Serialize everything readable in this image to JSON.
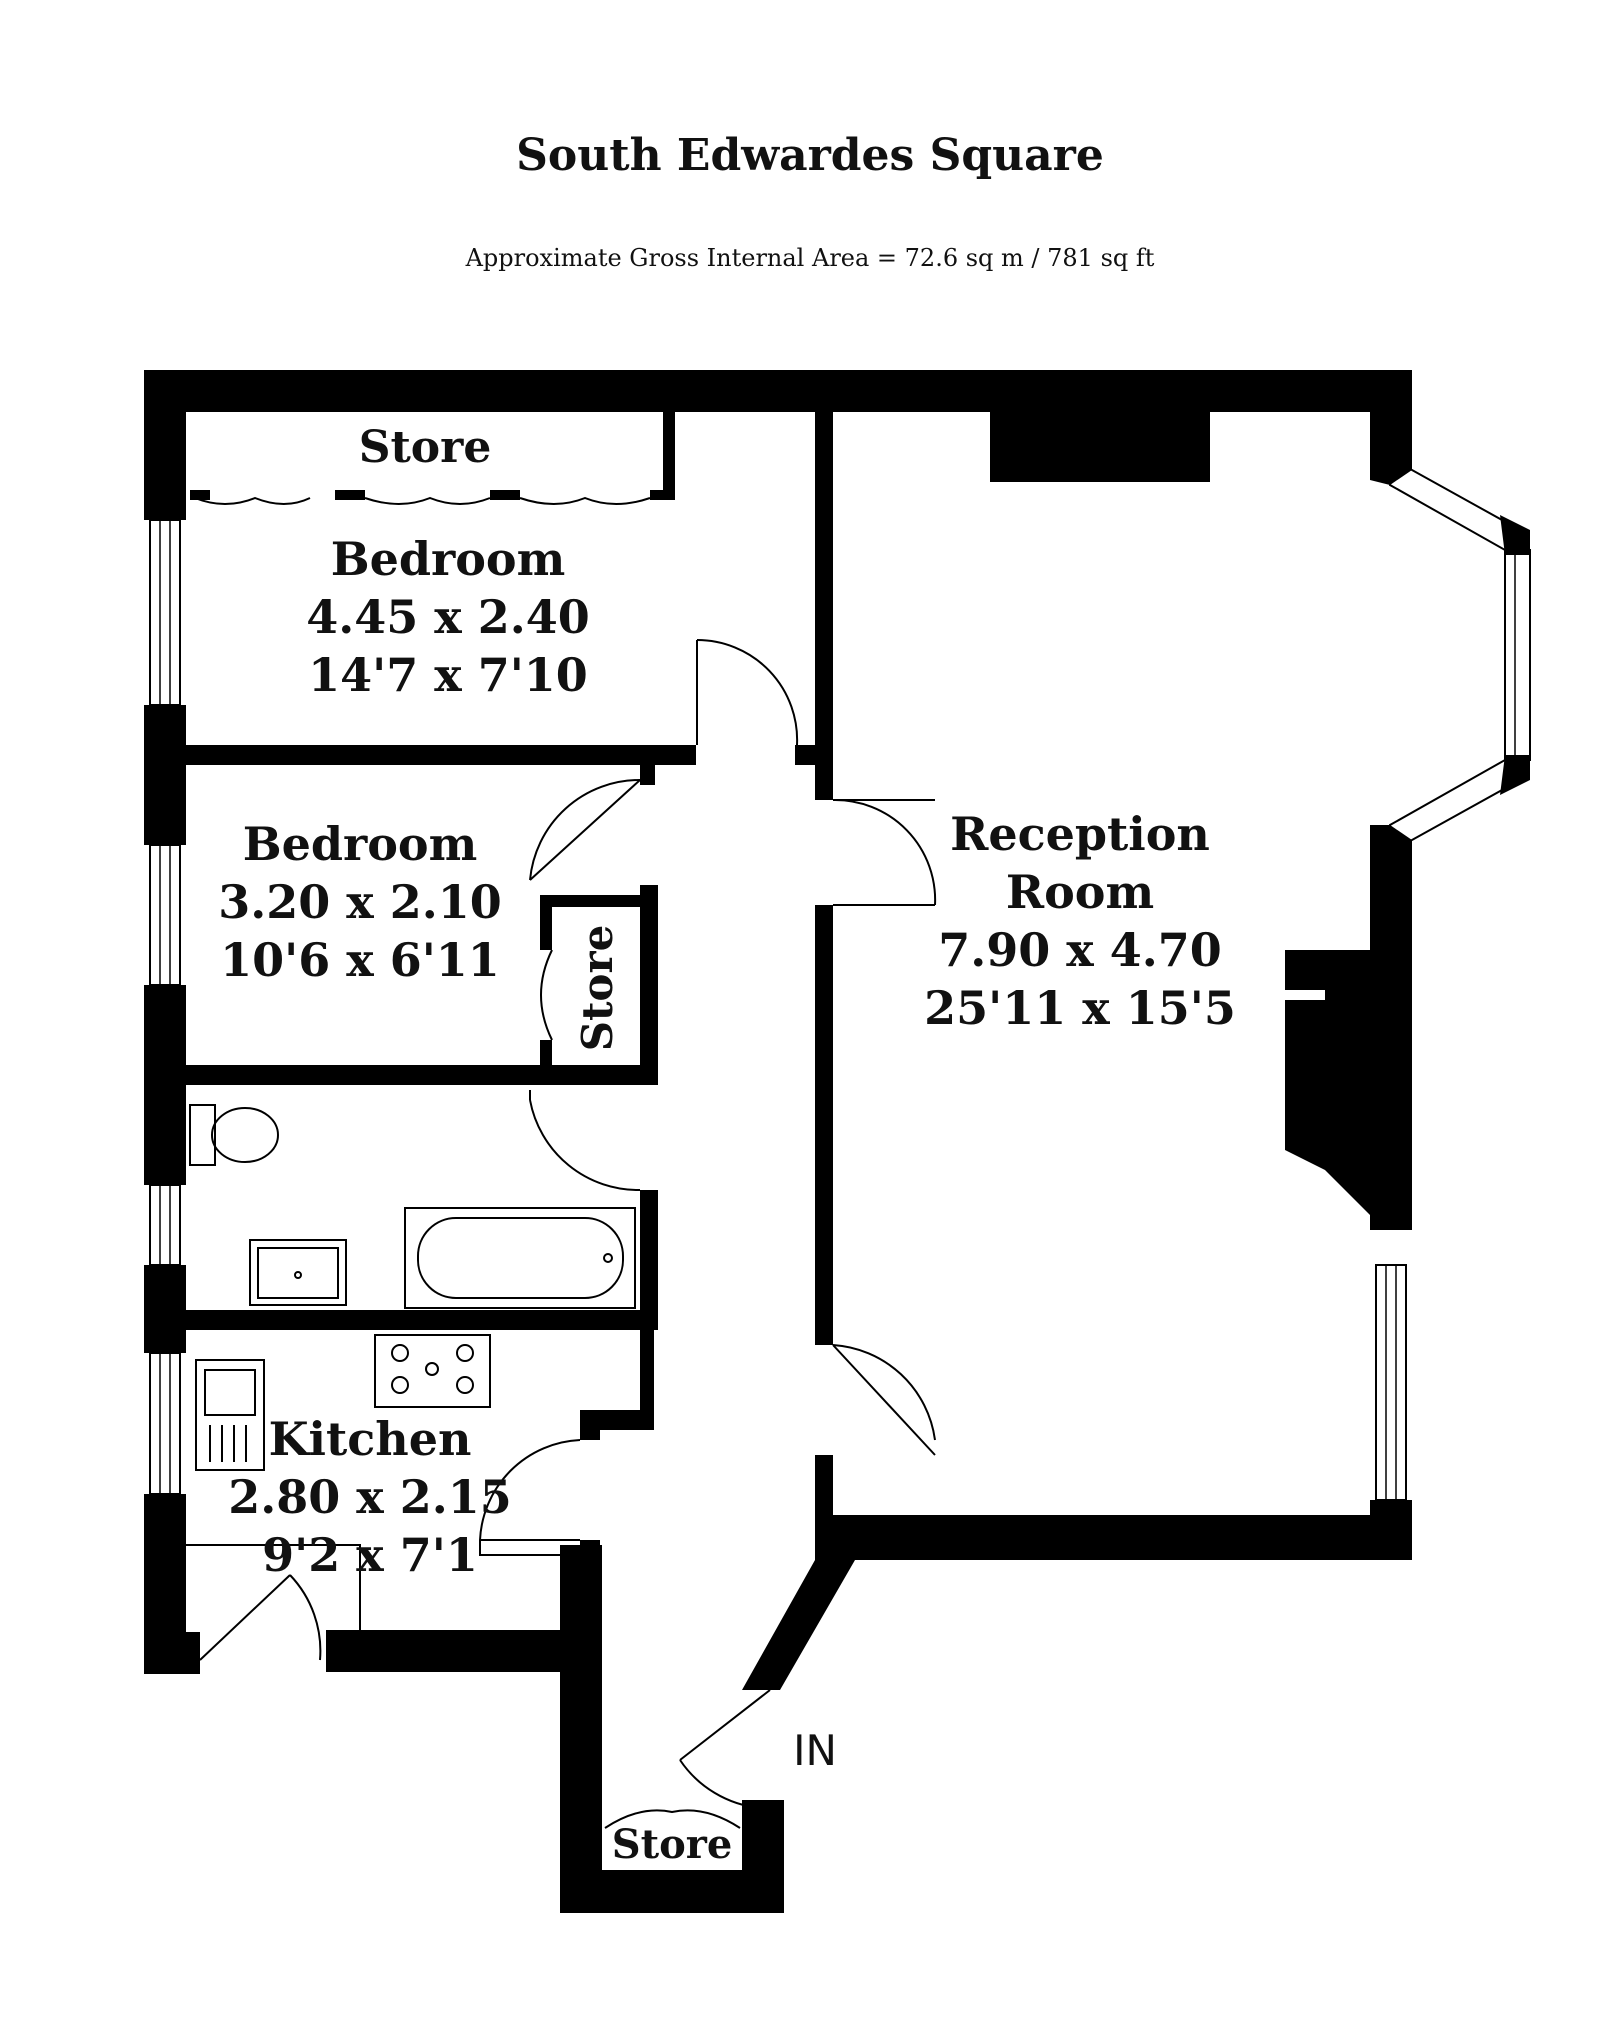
{
  "title": "South Edwardes Square",
  "area": "Approximate Gross Internal Area = 72.6 sq m / 781 sq ft",
  "rooms": {
    "store_top": {
      "name": "Store"
    },
    "bedroom1": {
      "name": "Bedroom",
      "metric": "4.45 x 2.40",
      "imperial": "14'7 x 7'10"
    },
    "bedroom2": {
      "name": "Bedroom",
      "metric": "3.20 x 2.10",
      "imperial": "10'6 x 6'11"
    },
    "store_mid": {
      "name": "Store"
    },
    "reception": {
      "name_line1": "Reception",
      "name_line2": "Room",
      "metric": "7.90 x 4.70",
      "imperial": "25'11 x 15'5"
    },
    "kitchen": {
      "name": "Kitchen",
      "metric": "2.80 x 2.15",
      "imperial": "9'2 x 7'1"
    },
    "store_bottom": {
      "name": "Store"
    }
  },
  "entrance": "IN"
}
